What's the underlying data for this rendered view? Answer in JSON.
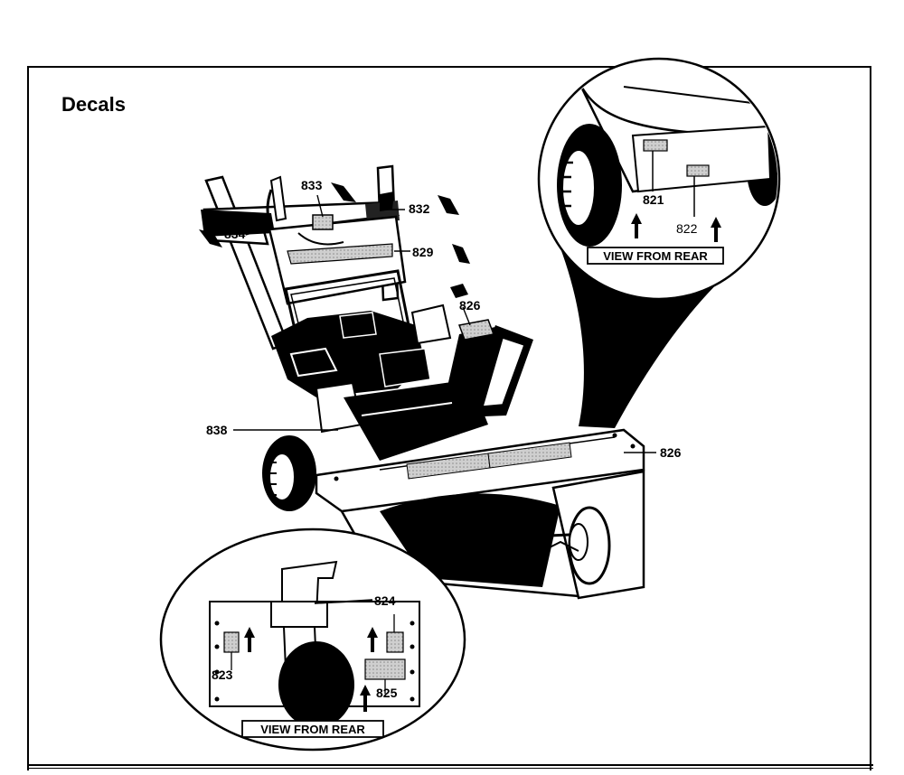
{
  "title": "Decals",
  "view_label_top": "VIEW FROM REAR",
  "view_label_bottom": "VIEW FROM REAR",
  "callouts": {
    "c821": "821",
    "c822": "822",
    "c823": "823",
    "c824": "824",
    "c825": "825",
    "c826_upper": "826",
    "c826_lower": "826",
    "c829": "829",
    "c832": "832",
    "c833": "833",
    "c834": "834",
    "c838": "838"
  }
}
